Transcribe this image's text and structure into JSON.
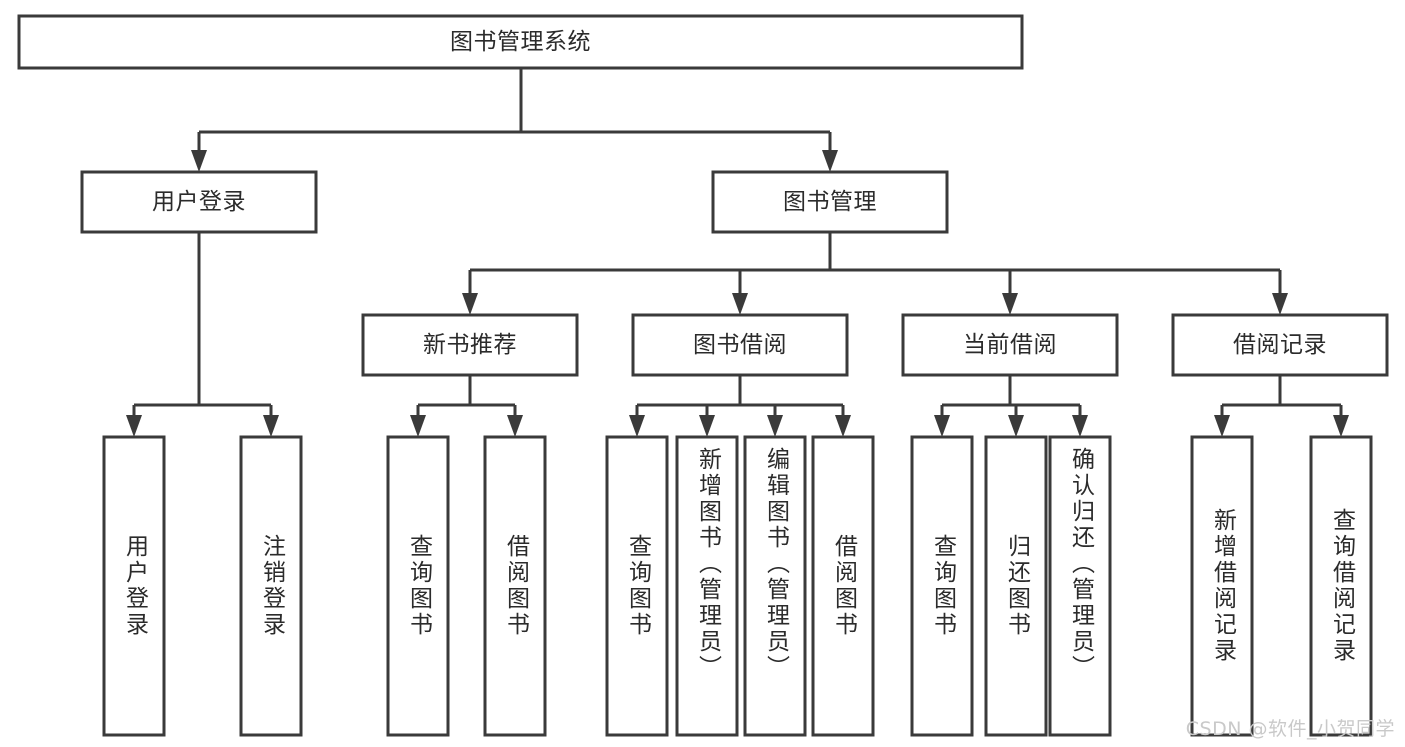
{
  "diagram": {
    "title": "图书管理系统",
    "watermark": "CSDN @软件_小贺同学",
    "colors": {
      "stroke": "#3a3a3a",
      "box_fill": "#ffffff",
      "text": "#2b2b2b",
      "background": "#ffffff",
      "watermark": "#c9c9c9"
    },
    "root": {
      "label": "图书管理系统"
    },
    "level2": [
      {
        "label": "用户登录"
      },
      {
        "label": "图书管理"
      }
    ],
    "level3": [
      {
        "label": "新书推荐"
      },
      {
        "label": "图书借阅"
      },
      {
        "label": "当前借阅"
      },
      {
        "label": "借阅记录"
      }
    ],
    "leaves": {
      "user_login": [
        {
          "label": "用户登录"
        },
        {
          "label": "注销登录"
        }
      ],
      "new_book_recommend": [
        {
          "label": "查询图书"
        },
        {
          "label": "借阅图书"
        }
      ],
      "book_borrow": [
        {
          "label": "查询图书"
        },
        {
          "label": "新增图书（管理员）"
        },
        {
          "label": "编辑图书（管理员）"
        },
        {
          "label": "借阅图书"
        }
      ],
      "current_borrow": [
        {
          "label": "查询图书"
        },
        {
          "label": "归还图书"
        },
        {
          "label": "确认归还（管理员）"
        }
      ],
      "borrow_record": [
        {
          "label": "新增借阅记录"
        },
        {
          "label": "查询借阅记录"
        }
      ]
    }
  }
}
